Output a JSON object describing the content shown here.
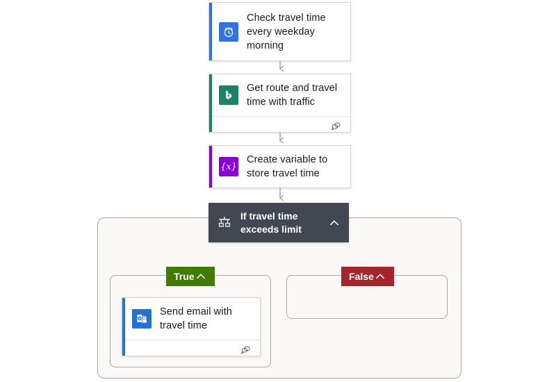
{
  "flow": {
    "nodes": [
      {
        "id": "recurrence",
        "title": "Check travel time every weekday morning",
        "icon_name": "recurrence-clock-icon",
        "accent_color": "#2f72e3",
        "icon_bg": "#2f72e3",
        "has_footer": false
      },
      {
        "id": "bing-maps",
        "title": "Get route and travel time with traffic",
        "icon_name": "bing-maps-icon",
        "accent_color": "#1b8265",
        "icon_bg": "#1b8265",
        "has_footer": true,
        "footer_icon_name": "comment-icon"
      },
      {
        "id": "initialize-variable",
        "title": "Create variable to store travel time",
        "icon_name": "variables-braces-icon",
        "accent_color": "#8a00d4",
        "icon_bg": "#8a00d4",
        "glyph": "{x}",
        "has_footer": false
      }
    ],
    "condition": {
      "id": "condition",
      "title": "If travel time exceeds limit",
      "icon_name": "condition-branch-icon",
      "background": "#414852",
      "collapse_icon_name": "chevron-up-icon"
    },
    "branches": [
      {
        "id": "true-branch",
        "label": "True",
        "color": "#427a04",
        "collapse_icon_name": "chevron-up-icon",
        "actions": [
          {
            "id": "send-email",
            "title": "Send email with travel time",
            "icon_name": "outlook-icon",
            "accent_color": "#2272d6",
            "icon_bg": "#2272d6",
            "has_footer": true,
            "footer_icon_name": "comment-icon"
          }
        ]
      },
      {
        "id": "false-branch",
        "label": "False",
        "color": "#a4262c",
        "collapse_icon_name": "chevron-up-icon",
        "actions": []
      }
    ]
  }
}
